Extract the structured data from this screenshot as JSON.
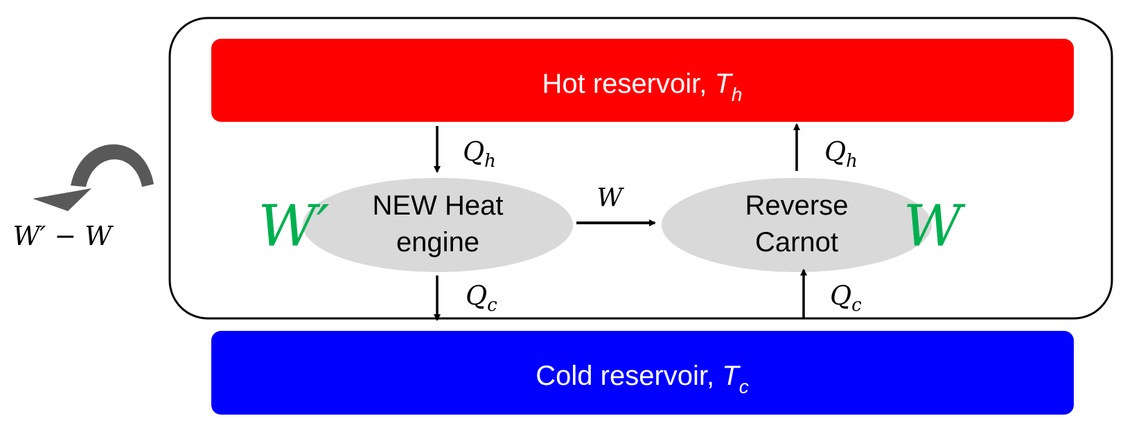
{
  "hot_reservoir": {
    "label": "Hot reservoir, ",
    "symbol": "T",
    "subscript": "h",
    "color": "#ff0000"
  },
  "cold_reservoir": {
    "label": "Cold reservoir, ",
    "symbol": "T",
    "subscript": "c",
    "color": "#0000ff"
  },
  "heat_engine": {
    "line1": "NEW Heat",
    "line2": "engine",
    "work_label": "W′"
  },
  "reverse_carnot": {
    "line1": "Reverse",
    "line2": "Carnot",
    "work_label": "W"
  },
  "flows": {
    "engine_in": {
      "symbol": "Q",
      "subscript": "h"
    },
    "engine_out": {
      "symbol": "Q",
      "subscript": "c"
    },
    "carnot_in": {
      "symbol": "Q",
      "subscript": "c"
    },
    "carnot_out": {
      "symbol": "Q",
      "subscript": "h"
    },
    "work_transfer": "W"
  },
  "net_work": {
    "label": "W′ − W",
    "icon": "curved-arrow-icon"
  },
  "colors": {
    "ellipse_fill": "#d9d9d9",
    "work_label": "#00b050",
    "curved_arrow": "#595959",
    "stroke": "#000000"
  }
}
